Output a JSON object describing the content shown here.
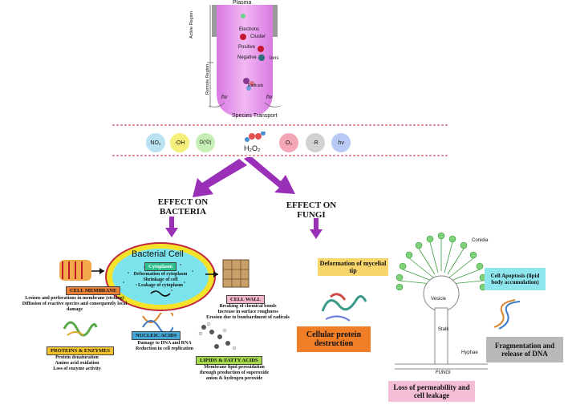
{
  "plasma": {
    "title": "Plasma",
    "electrons": "Electrons",
    "cluster": "Cluster",
    "positive": "Positive",
    "negative": "Negative",
    "ions": "Ions",
    "radicals": "Radicals",
    "active_region": "Active Region",
    "remote_region": "Remote Region",
    "hv_left": "hν",
    "hv_right": "hν",
    "species_transport": "Species Transport"
  },
  "species": [
    "NO₂",
    "·OH",
    "O(¹D)",
    "H₂O₂",
    "O₃",
    "·R",
    "hν"
  ],
  "headings": {
    "bacteria": "EFFECT ON BACTERIA",
    "fungi": "EFFECT ON FUNGI"
  },
  "bacteria": {
    "cell_title": "Bacterial Cell",
    "cytoplasm_tag": "Cytoplasm",
    "cytoplasm_desc": [
      "Deformation of cytoplasm",
      "Shrinkage of cell",
      "Leakage of cytoplasm"
    ],
    "membrane_tag": "CELL MEMBRANE",
    "membrane_desc": [
      "Lesions and perforations in membrane (etching)",
      "Diffusion of reactive species and consequently local",
      "damage"
    ],
    "wall_tag": "CELL WALL",
    "wall_desc": [
      "Breaking of chemical bonds",
      "Increase in surface roughness",
      "Erosion due to bombardment of radicals"
    ],
    "nucleic_tag": "NUCLEIC ACIDS",
    "nucleic_desc": [
      "Damage to DNA and RNA",
      "Reduction in cell replication"
    ],
    "protein_tag": "PROTEINS & ENZYMES",
    "protein_desc": [
      "Protein denaturation",
      "Amino acid oxidation",
      "Loss of enzyme activity"
    ],
    "lipid_tag": "LIPIDS & FATTY ACIDS",
    "lipid_desc": [
      "Membrane lipid peroxidation",
      "through production of superoxide",
      "anion & hydrogen peroxide"
    ]
  },
  "fungi": {
    "mycelial": "Deformation of mycelial tip",
    "protein": "Cellular protein destruction",
    "permeability": "Loss of permeability and cell leakage",
    "apoptosis": "Cell Apoptosis (lipid body accumulation)",
    "dna": "Fragmentation and release of DNA",
    "conidia": "Conidia",
    "vesicle": "Vesicle",
    "stalk": "Stalk",
    "hyphae": "Hyphae",
    "fungi_label": "FUNGI"
  },
  "colors": {
    "arrow": "#9b30b8",
    "plasma_pink": "#e9a3ee",
    "membrane_tag": "#e8803a",
    "cytoplasm_tag": "#2fbf8f",
    "wall_tag": "#f3b6c8",
    "nucleic_tag": "#47a9d8",
    "protein_tag": "#f2c12e",
    "lipid_tag": "#a5d84a",
    "mycelial_box": "#f7d56a",
    "protein_box": "#f07e26",
    "permeability_box": "#f4bfd6",
    "apoptosis_box": "#8ee6ee",
    "dna_box": "#b9b9b9"
  }
}
